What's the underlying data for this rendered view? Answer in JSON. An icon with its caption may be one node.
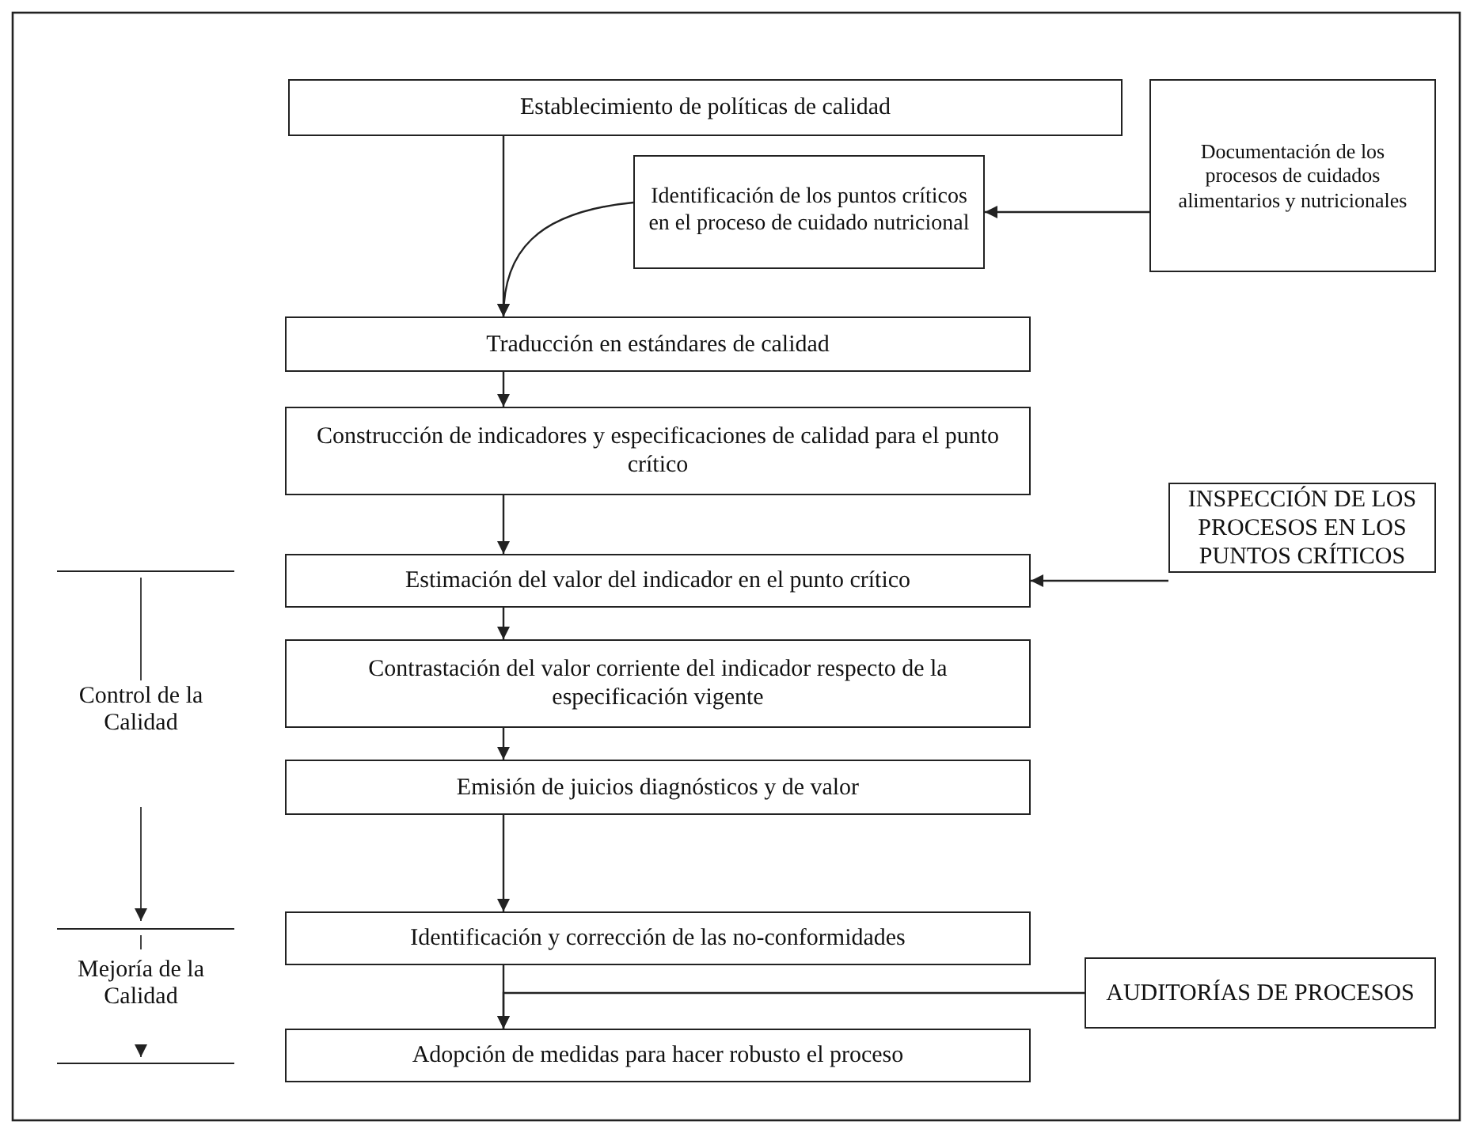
{
  "diagram": {
    "nodes": [
      {
        "text": [
          "Establecimiento de políticas de calidad"
        ]
      },
      {
        "text": [
          "Identificación de los puntos críticos en el proceso de cuidado nutricional"
        ]
      },
      {
        "text": [
          "Documentación de los procesos de cuidados alimentarios y nutricionales"
        ]
      },
      {
        "text": [
          "Traducción en estándares de calidad"
        ]
      },
      {
        "text": [
          "Construcción de indicadores y especificaciones de calidad para el punto crítico"
        ]
      },
      {
        "text": [
          "INSPECCIÓN DE LOS PROCESOS EN LOS PUNTOS CRÍTICOS"
        ]
      },
      {
        "text": [
          "Estimación del valor del indicador en el punto crítico"
        ]
      },
      {
        "text": [
          "Contrastación del valor corriente del indicador respecto de la especificación vigente"
        ]
      },
      {
        "text": [
          "Emisión de juicios diagnósticos y de valor"
        ]
      },
      {
        "text": [
          "Identificación y corrección de las no-conformidades"
        ]
      },
      {
        "text": [
          "AUDITORÍAS DE PROCESOS"
        ]
      },
      {
        "text": [
          "Adopción de medidas para hacer robusto el proceso"
        ]
      }
    ],
    "edges": [
      {
        "from": 0,
        "to": 3,
        "arrow": "to"
      },
      {
        "from": 1,
        "to": 3,
        "arrow": "to"
      },
      {
        "from": 2,
        "to": 1,
        "arrow": "to"
      },
      {
        "from": 3,
        "to": 4,
        "arrow": "to"
      },
      {
        "from": 4,
        "to": 6,
        "arrow": "to"
      },
      {
        "from": 5,
        "to": 6,
        "arrow": "to"
      },
      {
        "from": 6,
        "to": 7,
        "arrow": "to"
      },
      {
        "from": 7,
        "to": 8,
        "arrow": "to"
      },
      {
        "from": 8,
        "to": 9,
        "arrow": "to"
      },
      {
        "from": 9,
        "to": 11,
        "arrow": "to"
      },
      {
        "from": 10,
        "to": 11,
        "arrow": "to"
      }
    ],
    "labels": [
      "Control de la Calidad",
      "Mejoría de la Calidad"
    ]
  }
}
